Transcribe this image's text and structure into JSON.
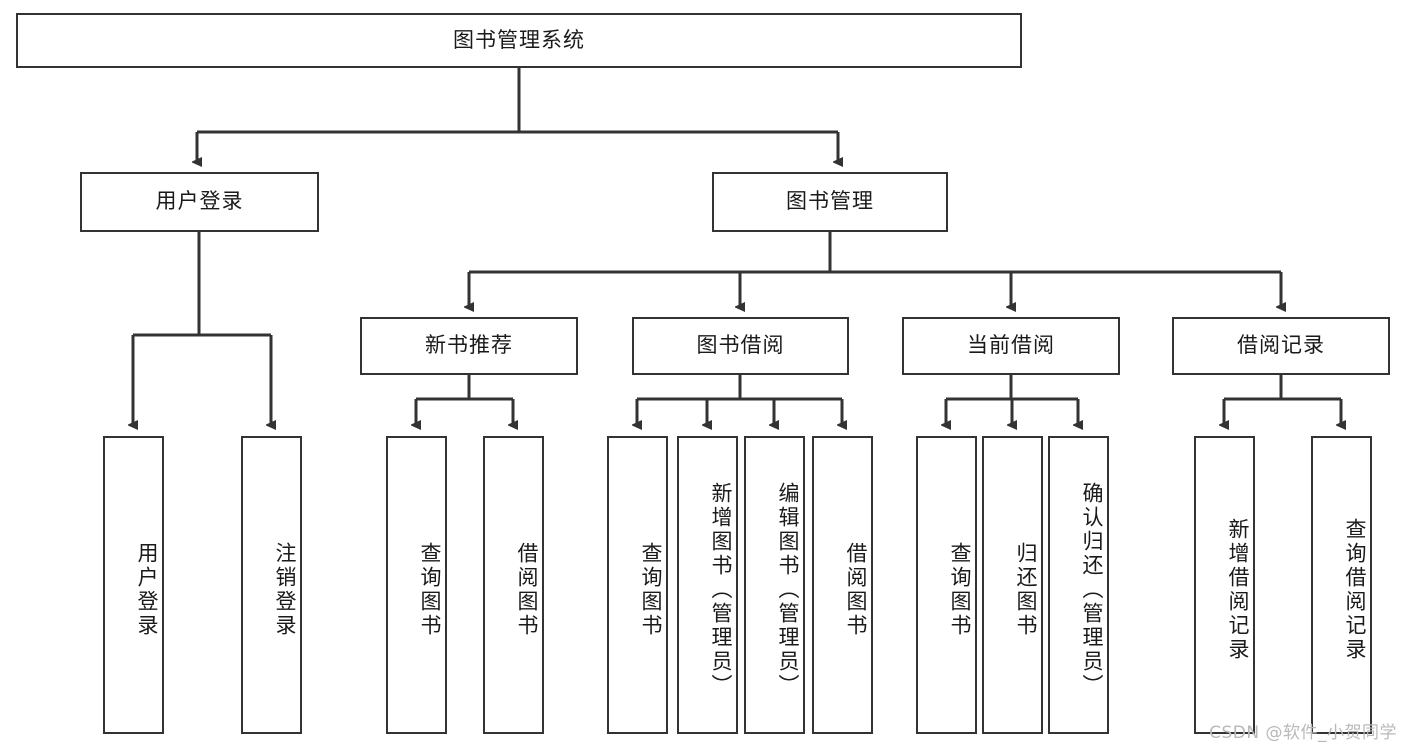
{
  "diagram": {
    "title": "图书管理系统",
    "type": "tree-hierarchy-diagram",
    "root": {
      "label": "图书管理系统"
    },
    "level2": [
      {
        "label": "用户登录"
      },
      {
        "label": "图书管理"
      }
    ],
    "level3": [
      {
        "label": "新书推荐"
      },
      {
        "label": "图书借阅"
      },
      {
        "label": "当前借阅"
      },
      {
        "label": "借阅记录"
      }
    ],
    "leaves_user_login": [
      {
        "label": "用户登录"
      },
      {
        "label": "注销登录"
      }
    ],
    "leaves_new_book": [
      {
        "label": "查询图书"
      },
      {
        "label": "借阅图书"
      }
    ],
    "leaves_borrow": [
      {
        "label": "查询图书"
      },
      {
        "label": "新增图书（管理员）"
      },
      {
        "label": "编辑图书（管理员）"
      },
      {
        "label": "借阅图书"
      }
    ],
    "leaves_current": [
      {
        "label": "查询图书"
      },
      {
        "label": "归还图书"
      },
      {
        "label": "确认归还（管理员）"
      }
    ],
    "leaves_record": [
      {
        "label": "新增借阅记录"
      },
      {
        "label": "查询借阅记录"
      }
    ]
  },
  "watermark": {
    "text": "CSDN @软件_小贺同学"
  },
  "colors": {
    "stroke": "#333333",
    "fill": "#ffffff",
    "text": "#1a1a1a",
    "watermark": "#b9b9b9"
  }
}
